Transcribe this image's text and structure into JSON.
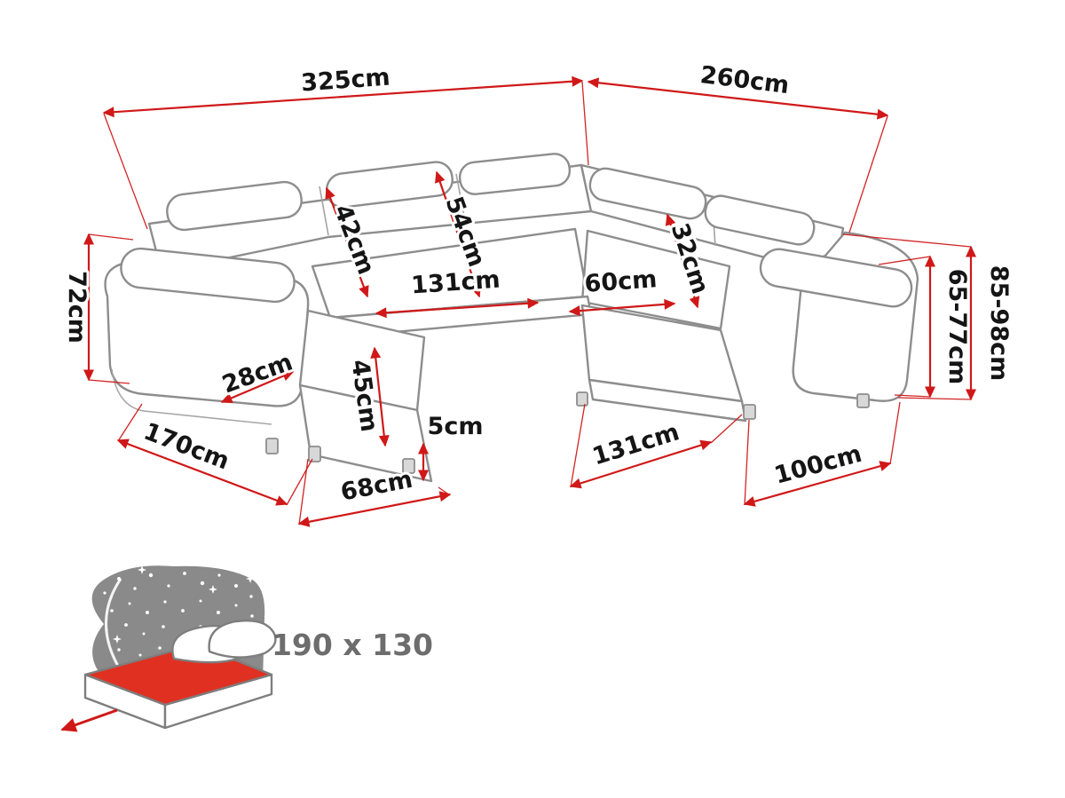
{
  "diagram": {
    "type": "furniture-dimension-diagram",
    "subject": "corner sofa bed with chaise",
    "unit": "cm",
    "dims": {
      "width_total": "325cm",
      "depth_total": "260cm",
      "armrest_height_left": "72cm",
      "height_back_right": "85-98cm",
      "height_arm_right": "65-77cm",
      "back_cushion_left": "42cm",
      "back_cushion_mid": "54cm",
      "back_cushion_right": "32cm",
      "seat_left": "131cm",
      "seat_corner": "60cm",
      "armrest_width_left": "28cm",
      "chaise_front_height": "45cm",
      "legs_height": "5cm",
      "chaise_depth": "170cm",
      "chaise_width": "68cm",
      "seat_right": "131cm",
      "side_right": "100cm"
    },
    "sleeping": {
      "label": "190 x 130"
    },
    "colors": {
      "dimension_line": "#d01818",
      "dimension_text": "#151515",
      "sofa_outline": "#8d8d8d",
      "night_background": "#8a8a8a",
      "mattress": "#e03022",
      "sleeping_text": "#6d6d6d",
      "background": "#ffffff"
    }
  }
}
